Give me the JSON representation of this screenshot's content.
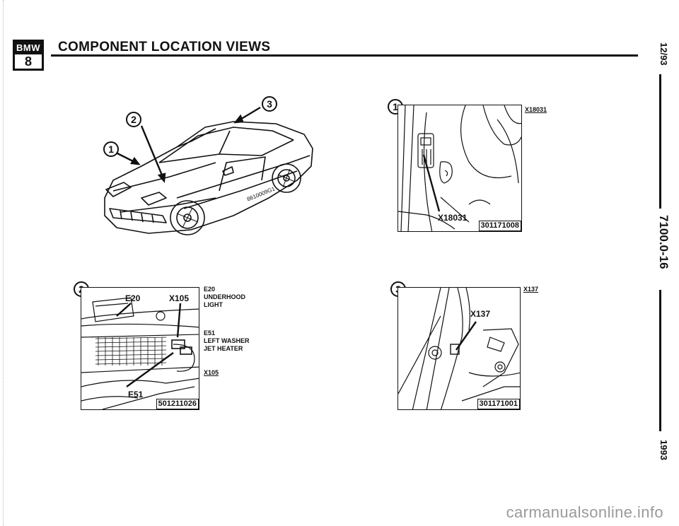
{
  "header": {
    "logo_top": "BMW",
    "logo_bottom": "8",
    "title": "COMPONENT LOCATION VIEWS"
  },
  "side": {
    "date": "12/93",
    "page_number": "7100.0-16",
    "year": "1993"
  },
  "car": {
    "badge_1": "1",
    "badge_2": "2",
    "badge_3": "3",
    "code": "8610009G1"
  },
  "view_1": {
    "badge": "1",
    "connector_label": "X18031",
    "inset_label": "X18031",
    "figure_code": "301171008"
  },
  "view_2": {
    "badge": "2",
    "label_e20": "E20",
    "label_x105": "X105",
    "label_e51": "E51",
    "figure_code": "501211026",
    "legend": [
      {
        "code": "E20",
        "lines": [
          "UNDERHOOD",
          "LIGHT"
        ]
      },
      {
        "code": "E51",
        "lines": [
          "LEFT WASHER",
          "JET HEATER"
        ]
      },
      {
        "code": "X105",
        "lines": []
      }
    ]
  },
  "view_3": {
    "badge": "3",
    "connector_label": "X137",
    "inset_label": "X137",
    "figure_code": "301171001"
  },
  "watermark": "carmanualsonline.info"
}
